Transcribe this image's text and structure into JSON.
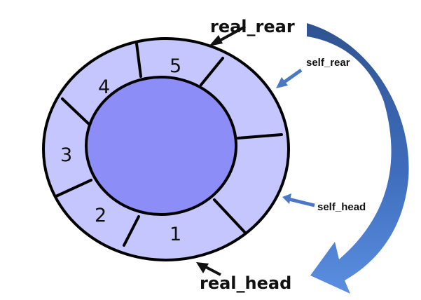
{
  "labels": {
    "real_rear": "real_rear",
    "real_head": "real_head",
    "self_rear": "self_rear",
    "self_head": "self_head"
  },
  "slots": [
    "1",
    "2",
    "3",
    "4",
    "5"
  ],
  "colors": {
    "ring_fill": "#c6c6ff",
    "inner_fill": "#8d8df7",
    "outline": "#000000",
    "small_arrow": "#4a78c4",
    "big_arrow_top": "#2f5391",
    "big_arrow_bottom": "#5b8fe0"
  }
}
